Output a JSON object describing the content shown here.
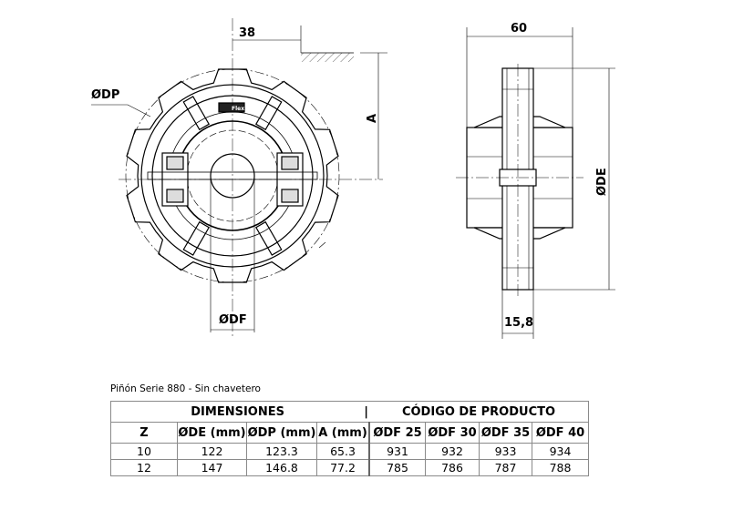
{
  "drawing": {
    "front_view": {
      "teeth": 10,
      "dim_top": "38",
      "dim_a": "A",
      "dim_dp": "ØDP",
      "dim_df": "ØDF",
      "logo": "Flex"
    },
    "side_view": {
      "dim_width": "60",
      "dim_de": "ØDE",
      "dim_disc": "15,8"
    }
  },
  "caption": "Piñón Serie 880 - Sin chavetero",
  "table": {
    "group_headers": [
      "DIMENSIONES",
      "|",
      "CÓDIGO DE PRODUCTO"
    ],
    "columns": [
      "Z",
      "ØDE (mm)",
      "ØDP (mm)",
      "A (mm)",
      "ØDF 25",
      "ØDF 30",
      "ØDF 35",
      "ØDF 40"
    ],
    "rows": [
      [
        "10",
        "122",
        "123.3",
        "65.3",
        "931",
        "932",
        "933",
        "934"
      ],
      [
        "12",
        "147",
        "146.8",
        "77.2",
        "785",
        "786",
        "787",
        "788"
      ]
    ]
  }
}
